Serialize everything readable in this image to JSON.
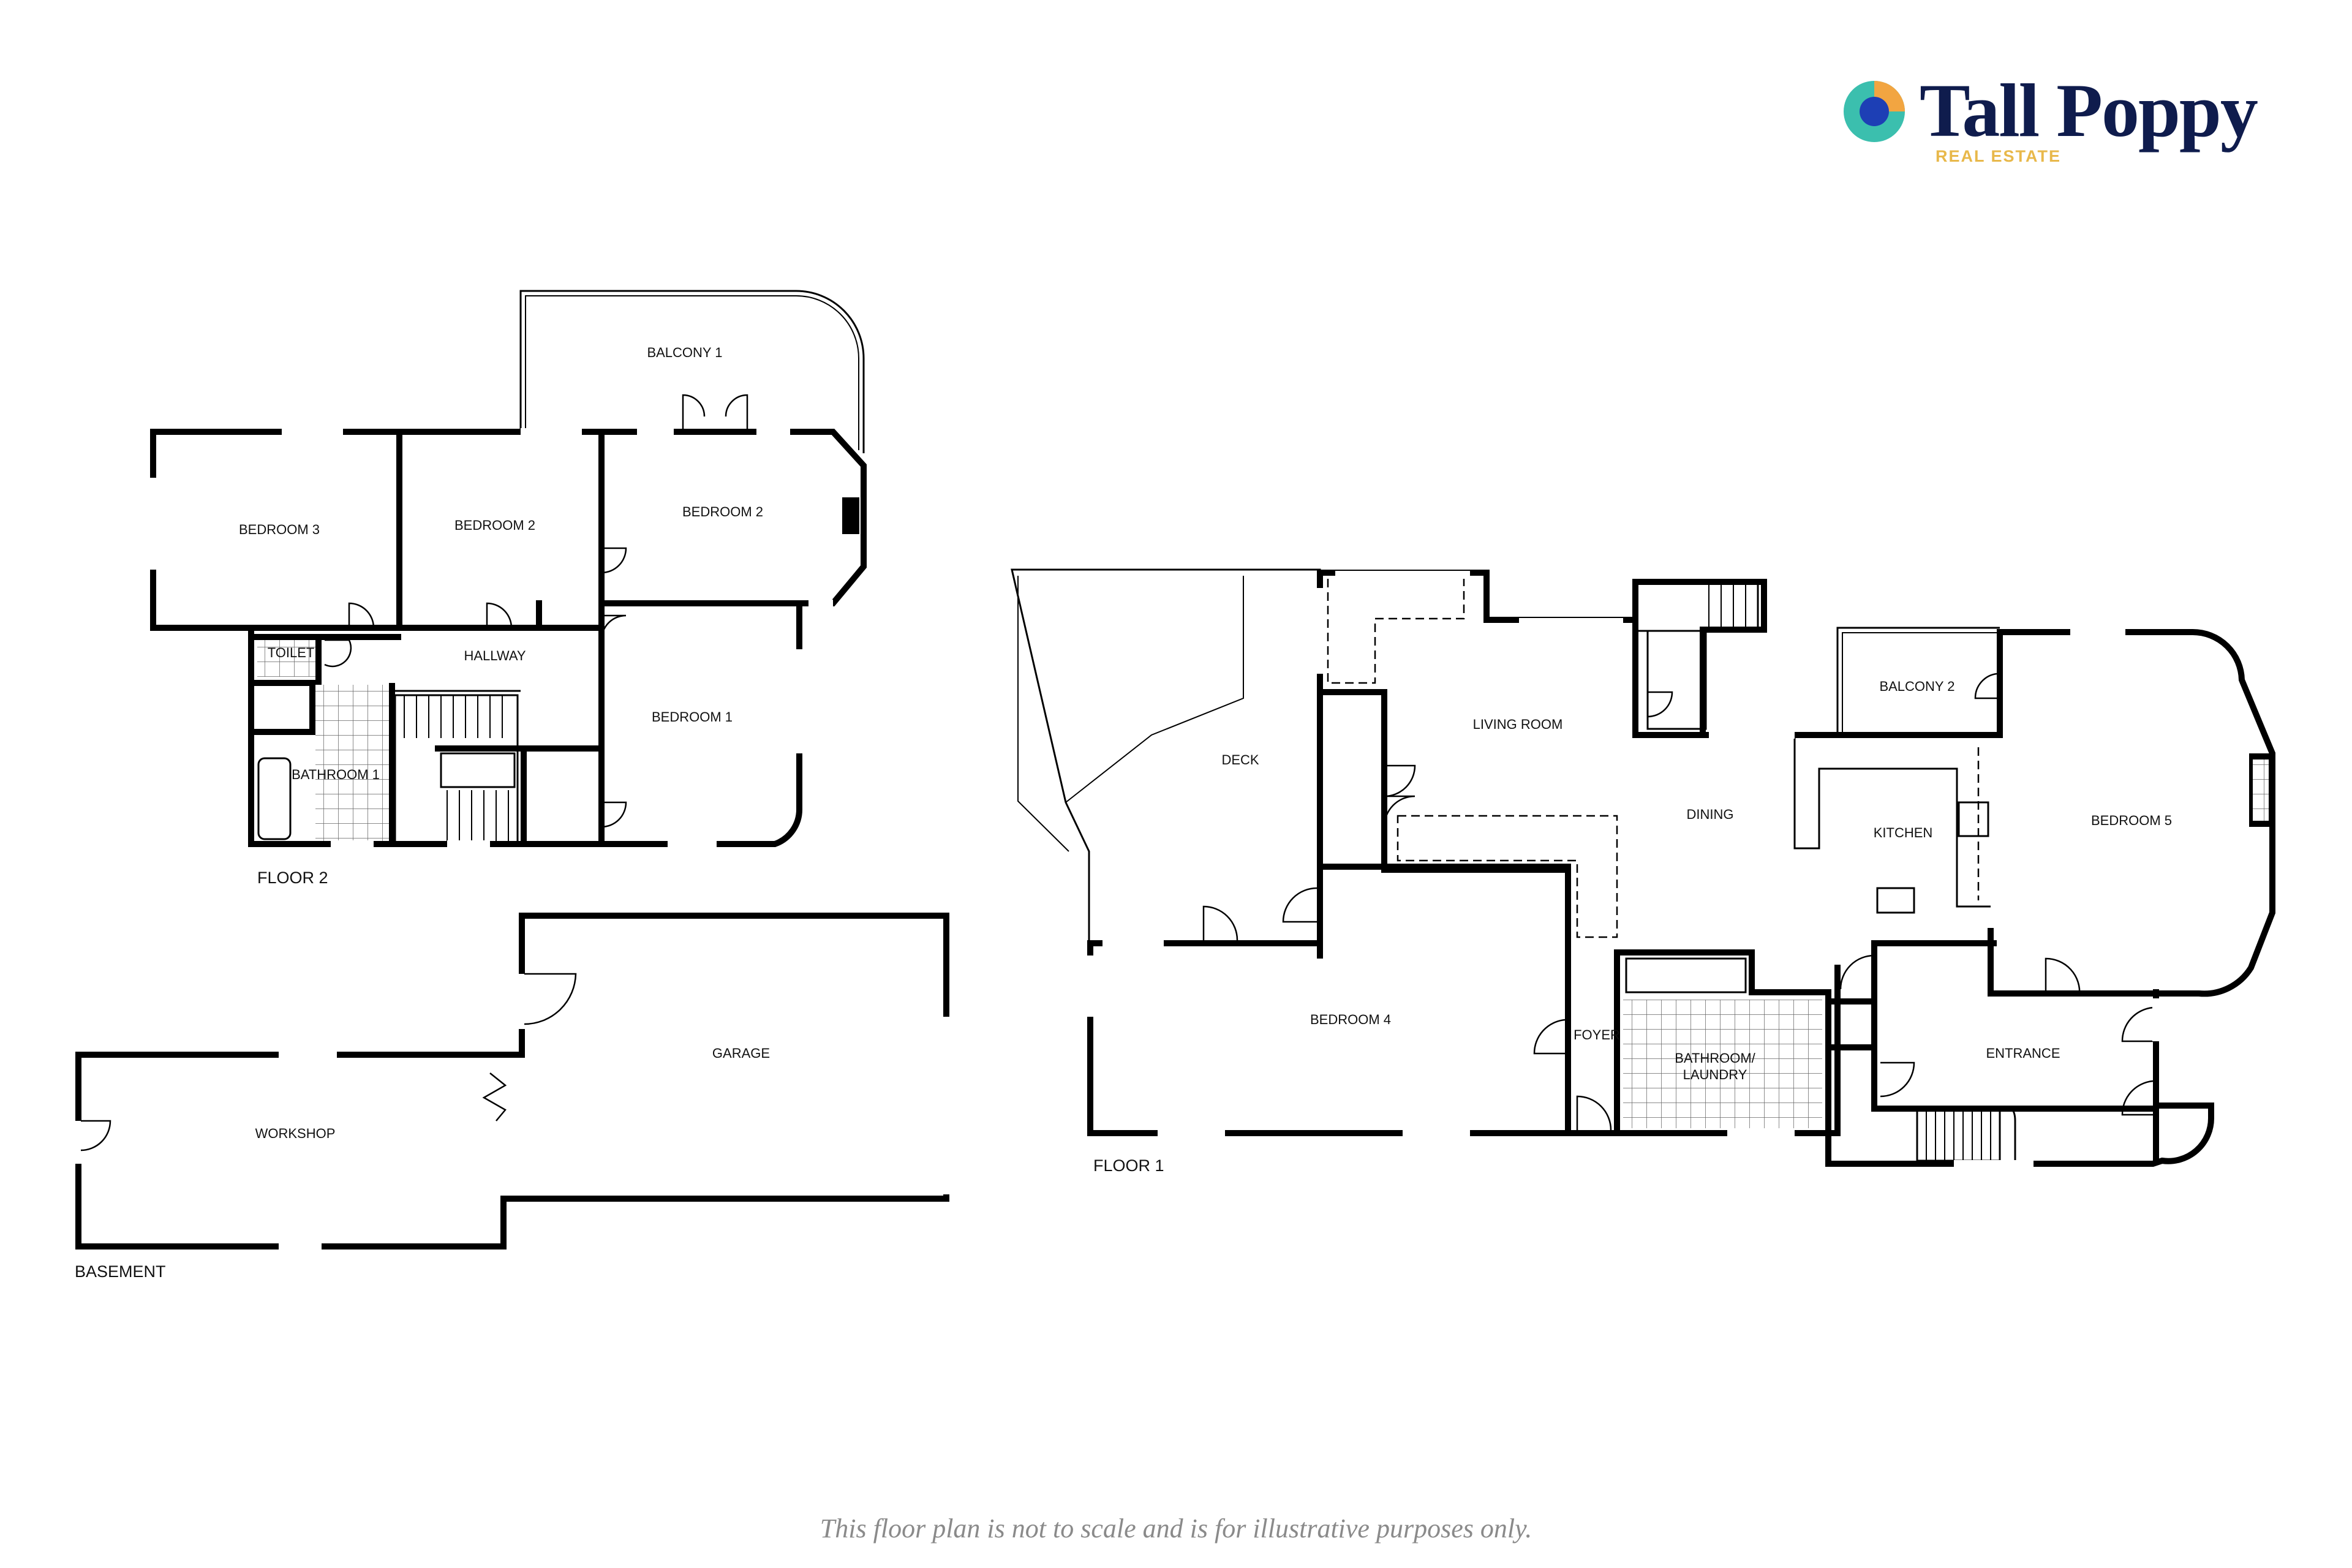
{
  "brand": {
    "name": "Tall Poppy",
    "tagline": "REAL ESTATE",
    "colors": {
      "navy": "#0f1c4d",
      "gold": "#e8b84a",
      "teal": "#3bbfae",
      "blue": "#1d3fb5",
      "orange": "#f2a541"
    }
  },
  "floors": {
    "floor2": {
      "title": "FLOOR 2"
    },
    "basement": {
      "title": "BASEMENT"
    },
    "floor1": {
      "title": "FLOOR 1"
    }
  },
  "rooms": {
    "balcony1": "BALCONY 1",
    "bedroom3": "BEDROOM 3",
    "bedroom2_a": "BEDROOM 2",
    "bedroom2_b": "BEDROOM 2",
    "hallway": "HALLWAY",
    "toilet": "TOILET",
    "bedroom1": "BEDROOM 1",
    "bathroom1": "BATHROOM 1",
    "garage": "GARAGE",
    "workshop": "WORKSHOP",
    "deck": "DECK",
    "living_room": "LIVING ROOM",
    "dining": "DINING",
    "kitchen": "KITCHEN",
    "balcony2": "BALCONY 2",
    "bedroom5": "BEDROOM 5",
    "bedroom4": "BEDROOM 4",
    "foyer": "FOYER",
    "bathroom_laundry_1": "BATHROOM/",
    "bathroom_laundry_2": "LAUNDRY",
    "entrance": "ENTRANCE"
  },
  "disclaimer": "This floor plan is not to scale and is for illustrative purposes only."
}
